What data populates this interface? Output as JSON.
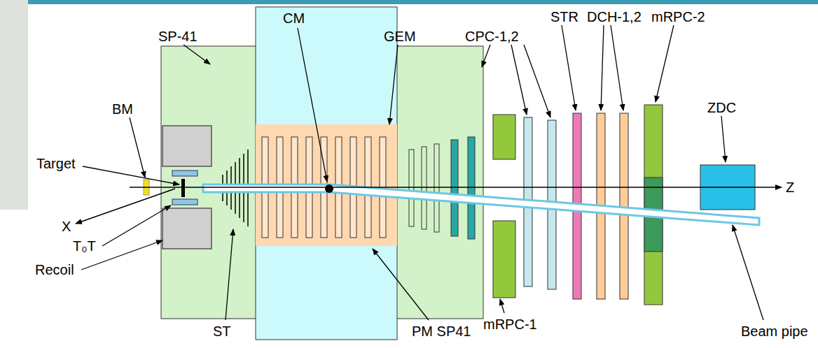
{
  "diagram": {
    "labels": [
      "CM",
      "SP-41",
      "GEM",
      "STR",
      "DCH-1,2",
      "mRPC-2",
      "CPC-1,2",
      "BM",
      "ZDC",
      "Target",
      "Z",
      "X",
      "T₀T",
      "Recoil",
      "ST",
      "PM SP41",
      "mRPC-1",
      "Beam pipe"
    ]
  }
}
